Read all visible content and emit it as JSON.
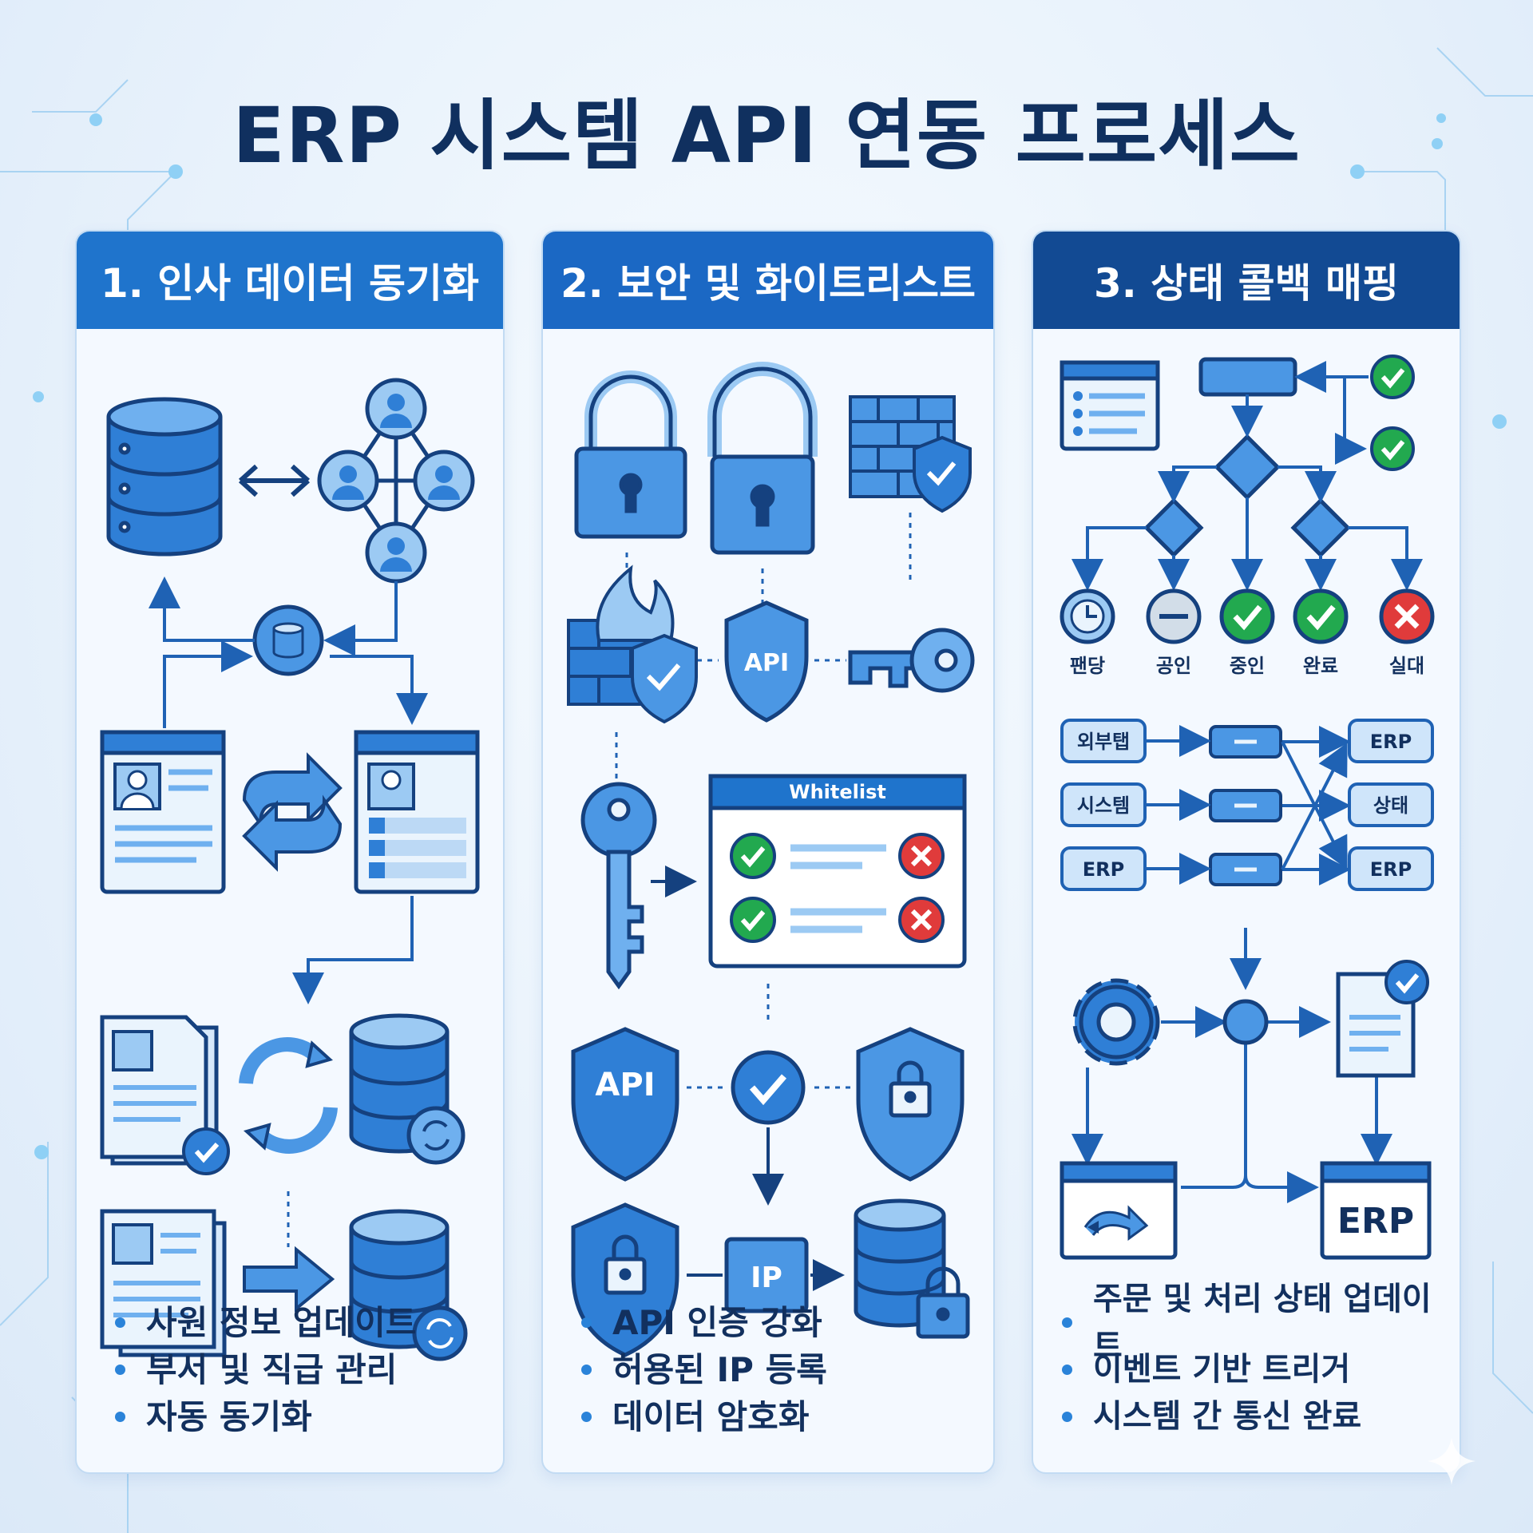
{
  "title": "ERP 시스템 API 연동 프로세스",
  "colors": {
    "primary": "#1f74cc",
    "dark": "#124a93",
    "light": "#bcd9f5",
    "success": "#22a94f",
    "error": "#e03b3b"
  },
  "panels": [
    {
      "header": "1. 인사 데이터 동기화",
      "bullets": [
        "사원 정보 업데이트",
        "부서 및 직급 관리",
        "자동 동기화"
      ],
      "icons": [
        "database-icon",
        "network-users-icon",
        "profile-card-icon",
        "sync-icon",
        "document-icon",
        "database-sync-icon"
      ]
    },
    {
      "header": "2. 보안 및 화이트리스트",
      "bullets": [
        "API 인증 강화",
        "허용된 IP 등록",
        "데이터 암호화"
      ],
      "icons": [
        "lock-icon",
        "firewall-shield-icon",
        "api-shield-icon",
        "key-icon",
        "whitelist-window",
        "ip-chip-icon",
        "database-lock-icon"
      ],
      "whitelist_label": "Whitelist",
      "api_label": "API",
      "ip_label": "IP"
    },
    {
      "header": "3. 상태 콜백 매핑",
      "bullets": [
        "주문 및 처리 상태 업데이트",
        "이벤트 기반 트리거",
        "시스템 간 통신 완료"
      ],
      "statuses": [
        "팬당",
        "공인",
        "중인",
        "완료",
        "실대"
      ],
      "map_left": [
        "외부탭",
        "시스템",
        "ERP"
      ],
      "map_right": [
        "ERP",
        "상태",
        "ERP"
      ],
      "erp_window_label": "ERP",
      "icons": [
        "flowchart-icon",
        "gear-icon",
        "document-check-icon",
        "erp-window-icon"
      ]
    }
  ]
}
